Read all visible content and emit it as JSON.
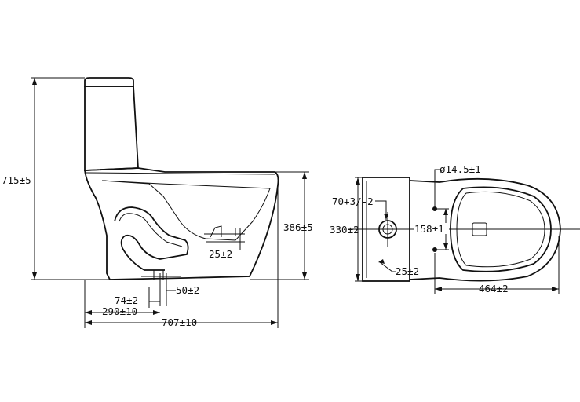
{
  "drawing": {
    "side_view": {
      "overall_height": "715±5",
      "rim_height": "386±5",
      "trapway": "25±2",
      "outlet": "50±2",
      "inlet_offset": "74±2",
      "rough_in": "290±10",
      "overall_length": "707±10"
    },
    "top_view": {
      "tank_hole": "70+3/-2",
      "tank_width": "330±2",
      "bolt_diameter": "ø14.5±1",
      "bolt_spacing": "158±1",
      "fitting": "25±2",
      "seat_length": "464±2"
    }
  },
  "colors": {
    "line": "#111111",
    "background": "#ffffff"
  }
}
